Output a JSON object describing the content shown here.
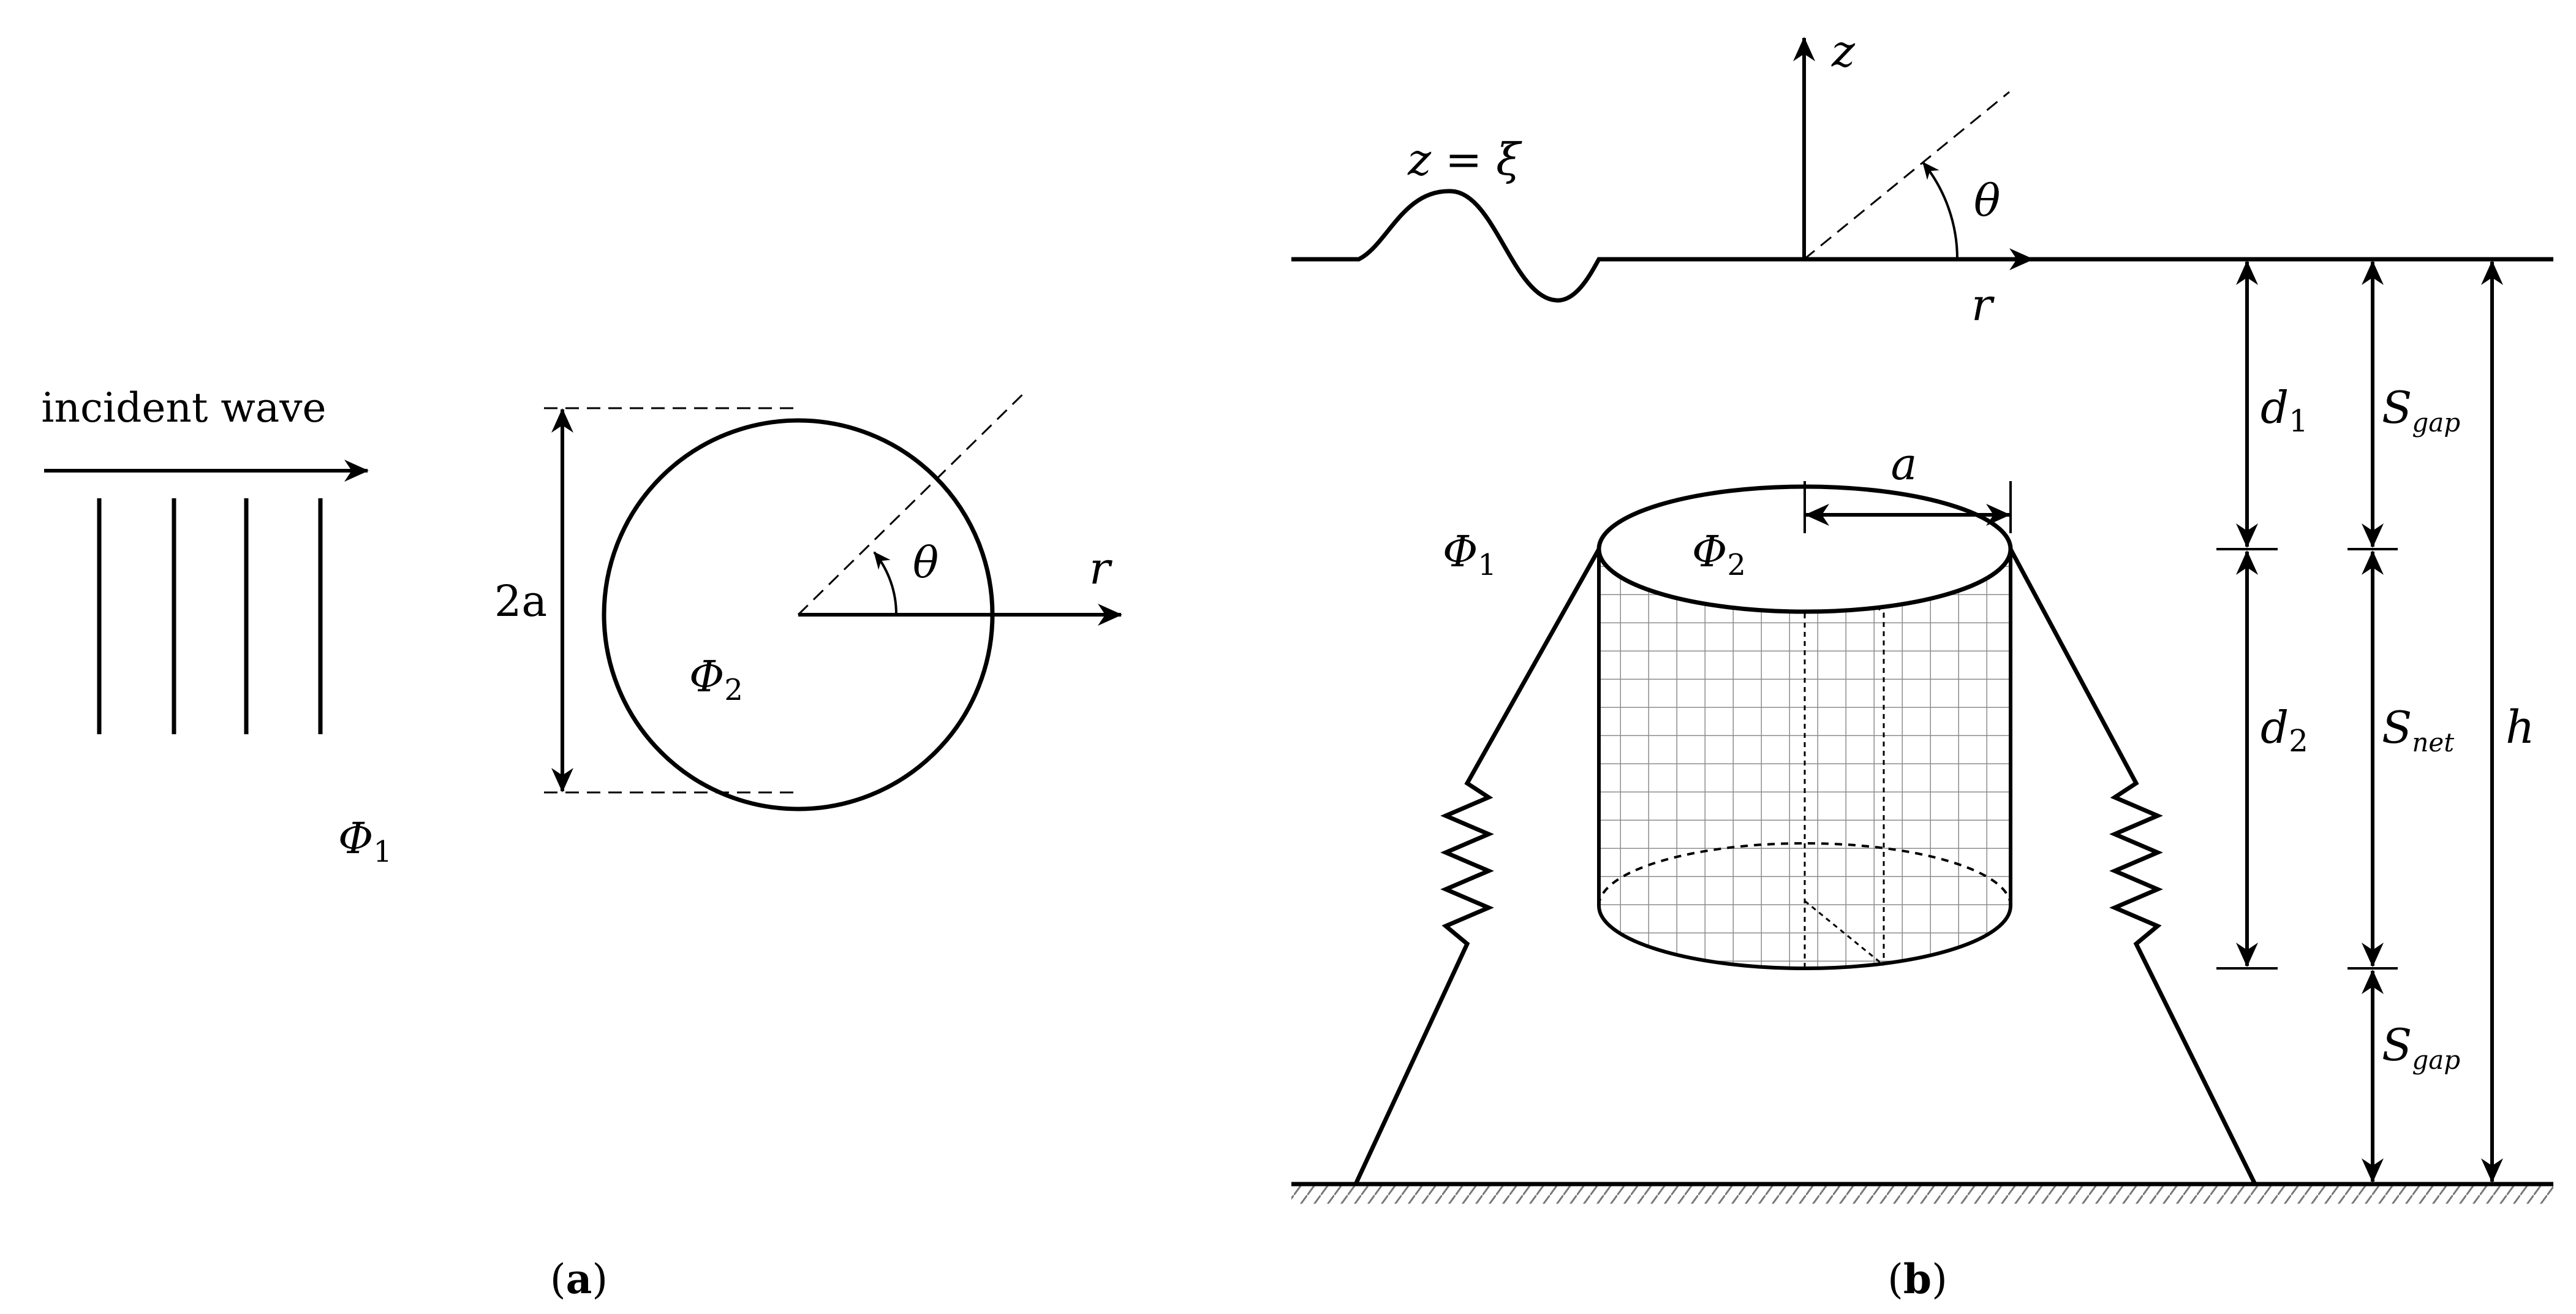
{
  "panel_a": {
    "caption": "a",
    "incident_wave_label": "incident wave",
    "diameter_label": "2a",
    "angle_label": "θ",
    "radial_axis_label": "r",
    "inner_potential": {
      "symbol": "Φ",
      "subscript": "2"
    },
    "outer_potential": {
      "symbol": "Φ",
      "subscript": "1"
    }
  },
  "panel_b": {
    "caption": "b",
    "surface_label": "z = ξ",
    "vertical_axis_label": "z",
    "radial_axis_label": "r",
    "angle_label": "θ",
    "radius_label": "a",
    "outer_potential": {
      "symbol": "Φ",
      "subscript": "1"
    },
    "inner_potential": {
      "symbol": "Φ",
      "subscript": "2"
    },
    "dimensions": {
      "d1": {
        "symbol": "d",
        "subscript": "1"
      },
      "d2": {
        "symbol": "d",
        "subscript": "2"
      },
      "s_gap_top": {
        "symbol": "S",
        "subscript": "gap"
      },
      "s_net": {
        "symbol": "S",
        "subscript": "net"
      },
      "s_gap_bottom": {
        "symbol": "S",
        "subscript": "gap"
      },
      "h": {
        "symbol": "h"
      }
    }
  }
}
